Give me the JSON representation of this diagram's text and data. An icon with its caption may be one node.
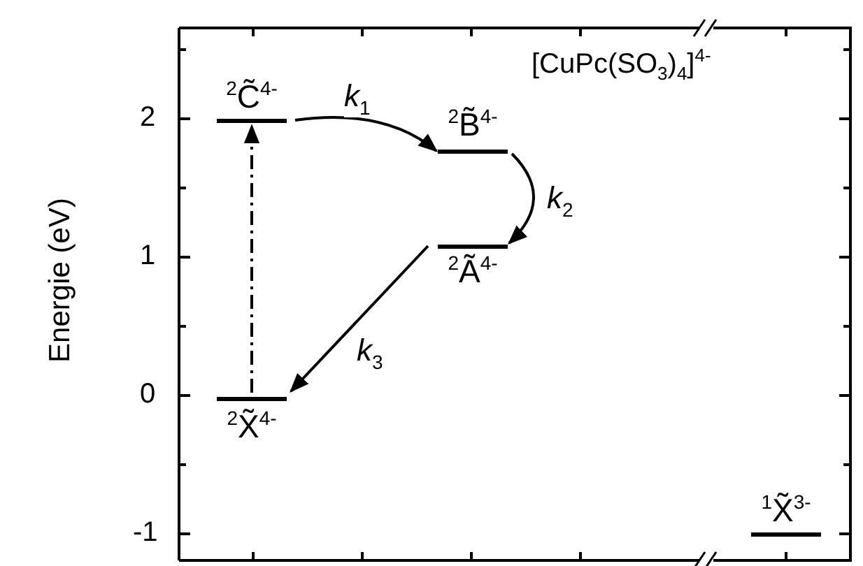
{
  "diagram": {
    "nodes": [
      {
        "text": [
          "$^{2}$C̃$^{4-}$"
        ]
      },
      {
        "text": [
          "$^{2}$B̃$^{4-}$"
        ]
      },
      {
        "text": [
          "$^{2}$Ã$^{4-}$"
        ]
      },
      {
        "text": [
          "$^{2}$X̃$^{4-}$"
        ]
      },
      {
        "text": [
          "$^{1}$X̃$^{3-}$"
        ]
      }
    ],
    "edges": [
      {
        "from": 0,
        "to": 1,
        "arrow": "to",
        "label": "*k*$_{1}$"
      },
      {
        "from": 1,
        "to": 2,
        "arrow": "to",
        "label": "*k*$_{2}$"
      },
      {
        "from": 2,
        "to": 3,
        "arrow": "to",
        "label": "*k*$_{3}$"
      },
      {
        "from": 3,
        "to": 0,
        "arrow": "to",
        "style": "dashed"
      }
    ],
    "labels": [
      "[CuPc(SO$_{3}$)$_{4}$]$^{4-}$",
      "Energie (eV)",
      "2",
      "1",
      "0",
      "-1"
    ]
  }
}
